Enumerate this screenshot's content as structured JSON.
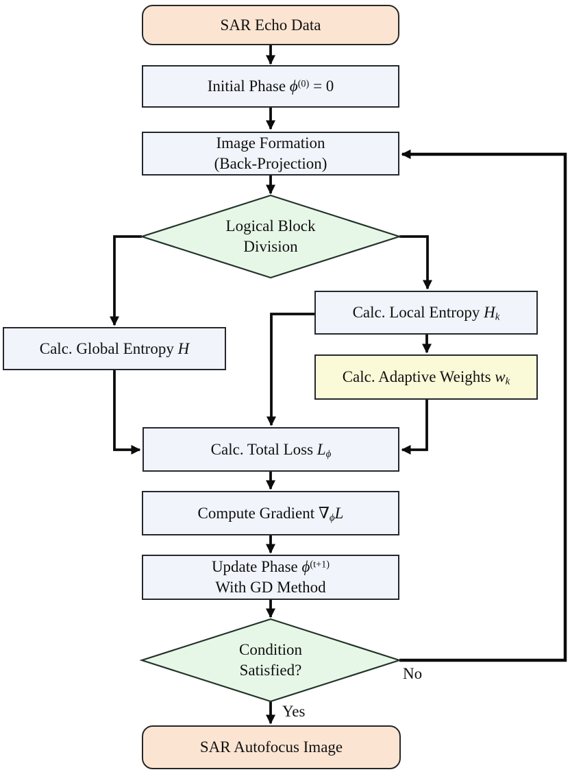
{
  "colors": {
    "background": "#ffffff",
    "terminal_fill": "#fbe5d2",
    "process_fill": "#f1f4fa",
    "decision_fill": "#e7f7e7",
    "highlight_fill": "#fafad8",
    "border": "#23272d",
    "line": "#0c0c0c",
    "text": "#101010"
  },
  "nodes": {
    "sar_echo": {
      "label": "SAR Echo Data"
    },
    "initial_phase": {
      "pre": "Initial Phase ",
      "var": "ϕ",
      "sup": "(0)",
      "post": " = 0"
    },
    "image_formation": {
      "line1": "Image Formation",
      "line2": "(Back-Projection)"
    },
    "block_division": {
      "line1": "Logical Block",
      "line2": "Division"
    },
    "global_entropy": {
      "pre": "Calc. Global Entropy ",
      "var": "H"
    },
    "local_entropy": {
      "pre": "Calc. Local Entropy ",
      "var": "H",
      "sub": "k"
    },
    "adaptive_weights": {
      "pre": "Calc. Adaptive Weights ",
      "var": "w",
      "sub": "k"
    },
    "total_loss": {
      "pre": "Calc. Total Loss ",
      "var": "L",
      "sub": "ϕ"
    },
    "compute_gradient": {
      "pre": "Compute Gradient ",
      "nabla": "∇",
      "sub": "ϕ",
      "var": "L"
    },
    "update_phase": {
      "pre": "Update Phase ",
      "var": "ϕ",
      "sup": "(t+1)",
      "line2": "With GD Method"
    },
    "condition": {
      "line1": "Condition",
      "line2": "Satisfied?"
    },
    "sar_autofocus": {
      "label": "SAR Autofocus Image"
    }
  },
  "edges": {
    "no_label": "No",
    "yes_label": "Yes"
  }
}
